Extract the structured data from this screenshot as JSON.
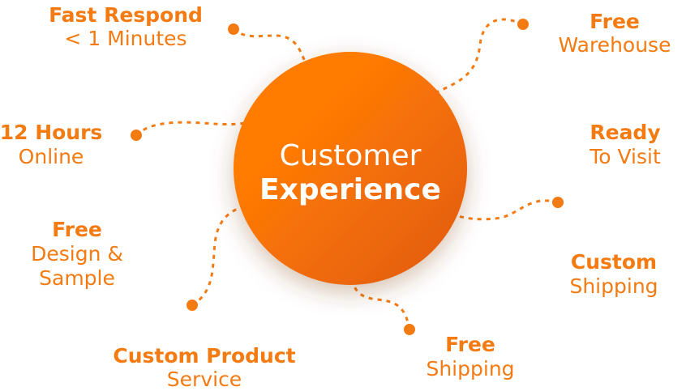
{
  "center": {
    "line1": "Customer",
    "line2": "Experience"
  },
  "colors": {
    "accent": "#f47a12",
    "circle_light": "#ff7b05",
    "circle_dark": "#e2600c"
  },
  "items": [
    {
      "bold": "Fast Respond",
      "regular": "< 1 Minutes"
    },
    {
      "bold": "Free",
      "regular": "Warehouse"
    },
    {
      "bold": "12 Hours",
      "regular": "Online"
    },
    {
      "bold": "Ready",
      "regular": "To Visit"
    },
    {
      "bold": "Free",
      "regular": "Design &",
      "regular2": "Sample"
    },
    {
      "bold": "Custom",
      "regular": "Shipping"
    },
    {
      "bold": "Custom Product",
      "regular": "Service"
    },
    {
      "bold": "Free",
      "regular": "Shipping"
    }
  ]
}
